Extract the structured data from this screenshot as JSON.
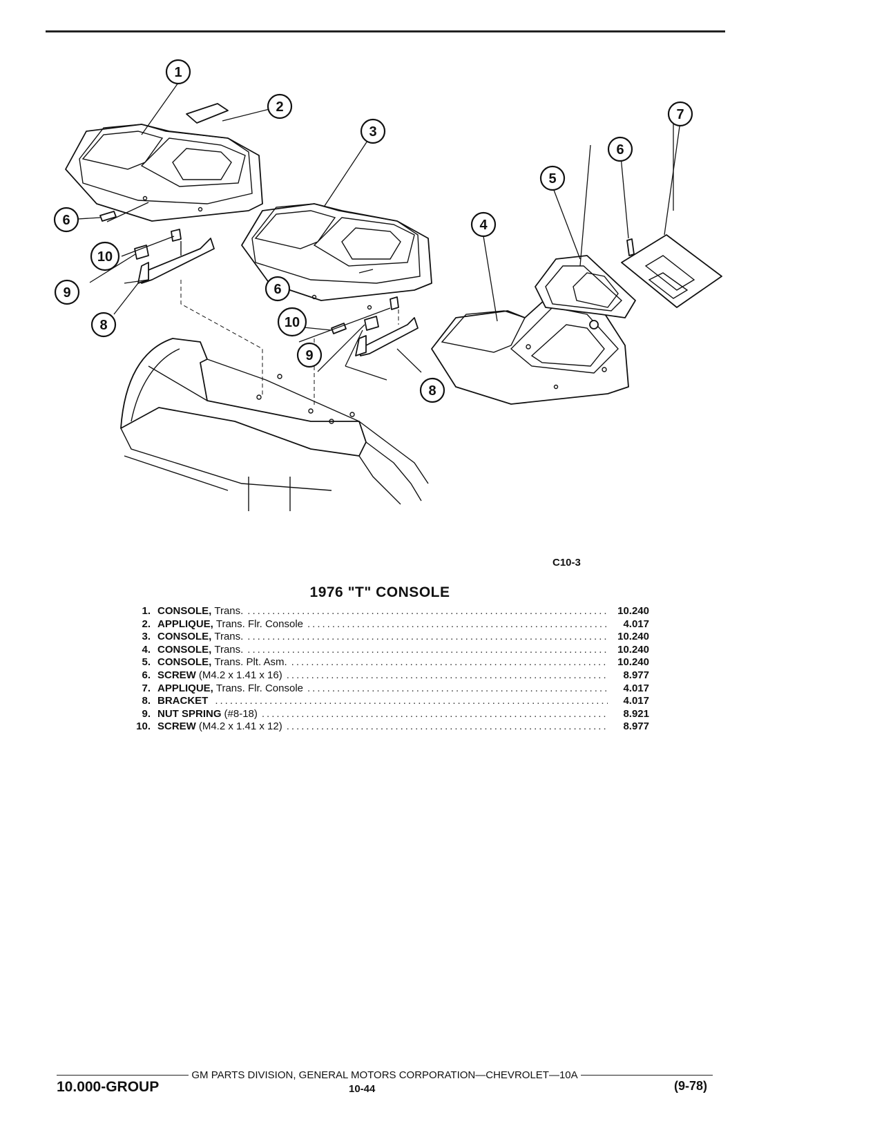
{
  "figure": {
    "id": "C10-3",
    "callouts": [
      "1",
      "2",
      "3",
      "4",
      "5",
      "6",
      "7",
      "8",
      "9",
      "10"
    ]
  },
  "title": "1976 \"T\" CONSOLE",
  "parts": [
    {
      "num": "1.",
      "name": "CONSOLE,",
      "desc": "Trans.",
      "group": "10.240"
    },
    {
      "num": "2.",
      "name": "APPLIQUE,",
      "desc": "Trans. Flr. Console",
      "group": "4.017"
    },
    {
      "num": "3.",
      "name": "CONSOLE,",
      "desc": "Trans.",
      "group": "10.240"
    },
    {
      "num": "4.",
      "name": "CONSOLE,",
      "desc": "Trans.",
      "group": "10.240"
    },
    {
      "num": "5.",
      "name": "CONSOLE,",
      "desc": "Trans. Plt. Asm.",
      "group": "10.240"
    },
    {
      "num": "6.",
      "name": "SCREW",
      "desc": "(M4.2 x 1.41 x 16)",
      "group": "8.977"
    },
    {
      "num": "7.",
      "name": "APPLIQUE,",
      "desc": "Trans. Flr. Console",
      "group": "4.017"
    },
    {
      "num": "8.",
      "name": "BRACKET",
      "desc": "",
      "group": "4.017"
    },
    {
      "num": "9.",
      "name": "NUT SPRING",
      "desc": "(#8-18)",
      "group": "8.921"
    },
    {
      "num": "10.",
      "name": "SCREW",
      "desc": "(M4.2 x 1.41 x 12)",
      "group": "8.977"
    }
  ],
  "footer": {
    "publisher": "GM PARTS DIVISION, GENERAL MOTORS CORPORATION—CHEVROLET—10A",
    "group": "10.000-GROUP",
    "page": "10-44",
    "revision": "(9-78)"
  }
}
